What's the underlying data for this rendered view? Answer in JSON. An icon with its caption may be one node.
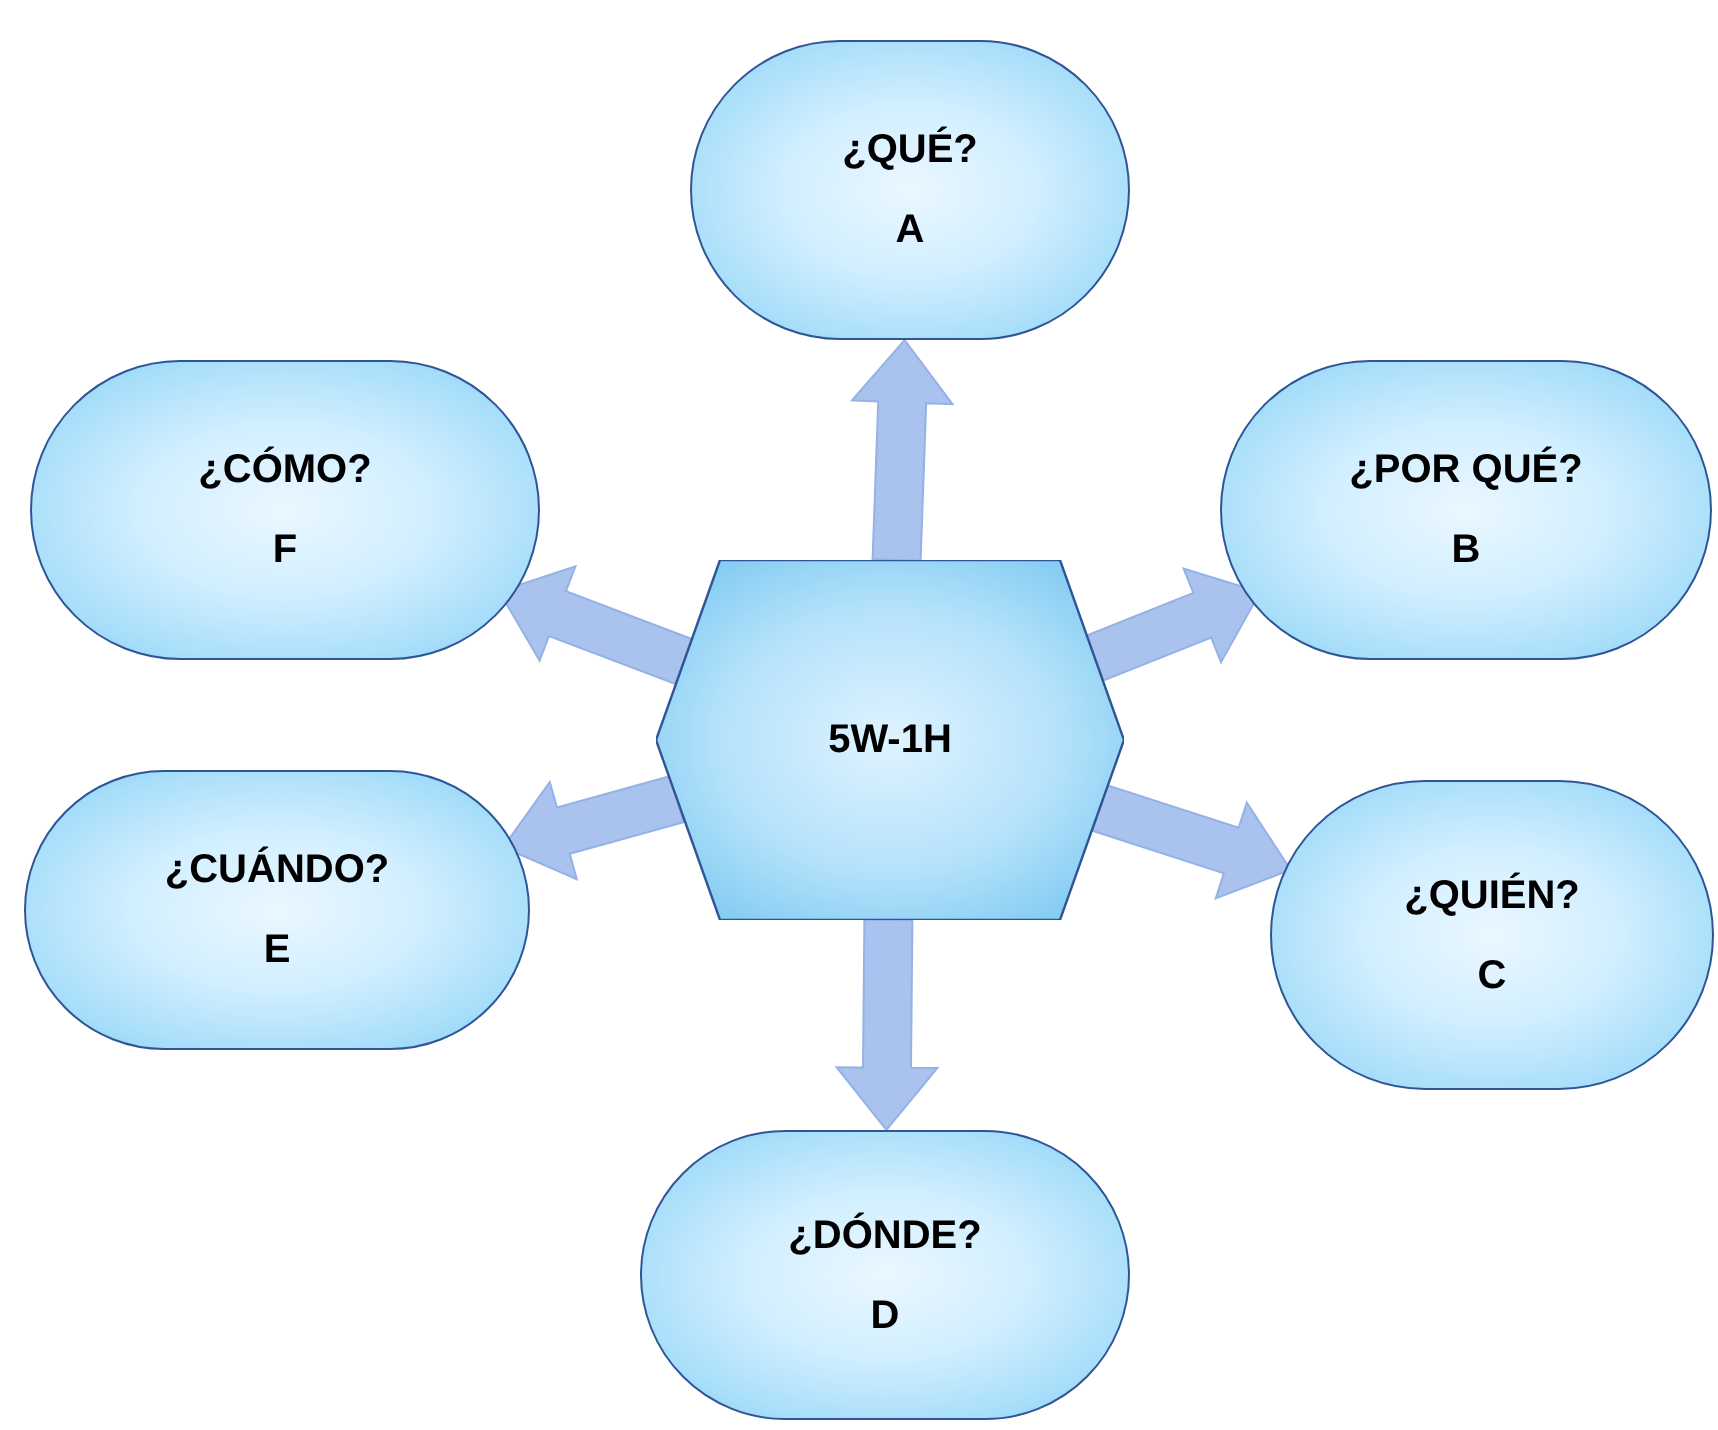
{
  "diagram": {
    "nodes": [
      {
        "text": [
          "5W-1H"
        ]
      },
      {
        "text": [
          "¿QUÉ?",
          "A"
        ]
      },
      {
        "text": [
          "¿CÓMO?",
          "F"
        ]
      },
      {
        "text": [
          "¿POR QUÉ?",
          "B"
        ]
      },
      {
        "text": [
          "¿CUÁNDO?",
          "E"
        ]
      },
      {
        "text": [
          "¿QUIÉN?",
          "C"
        ]
      },
      {
        "text": [
          "¿DÓNDE?",
          "D"
        ]
      }
    ],
    "edges": [
      {
        "from": 0,
        "to": 1,
        "arrow": "to",
        "style": "thick"
      },
      {
        "from": 0,
        "to": 2,
        "arrow": "to",
        "style": "thick"
      },
      {
        "from": 0,
        "to": 3,
        "arrow": "to",
        "style": "thick"
      },
      {
        "from": 0,
        "to": 4,
        "arrow": "to",
        "style": "thick"
      },
      {
        "from": 0,
        "to": 5,
        "arrow": "to",
        "style": "thick"
      },
      {
        "from": 0,
        "to": 6,
        "arrow": "to",
        "style": "thick"
      }
    ]
  }
}
